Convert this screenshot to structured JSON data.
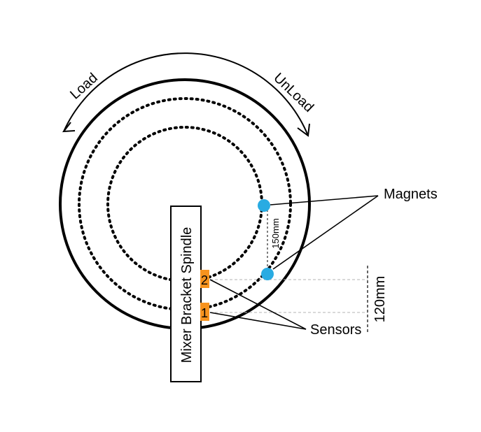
{
  "labels": {
    "load": "Load",
    "unload": "UnLoad",
    "magnets": "Magnets",
    "sensors": "Sensors",
    "spindle": "Mixer Bracket Spindle",
    "dim_150": "150mm",
    "dim_120": "120mm",
    "sensor_1": "1",
    "sensor_2": "2"
  },
  "colors": {
    "line": "#000000",
    "magnet": "#29abe2",
    "sensor": "#f7931e",
    "guide": "#b3b3b3",
    "background": "#ffffff"
  }
}
